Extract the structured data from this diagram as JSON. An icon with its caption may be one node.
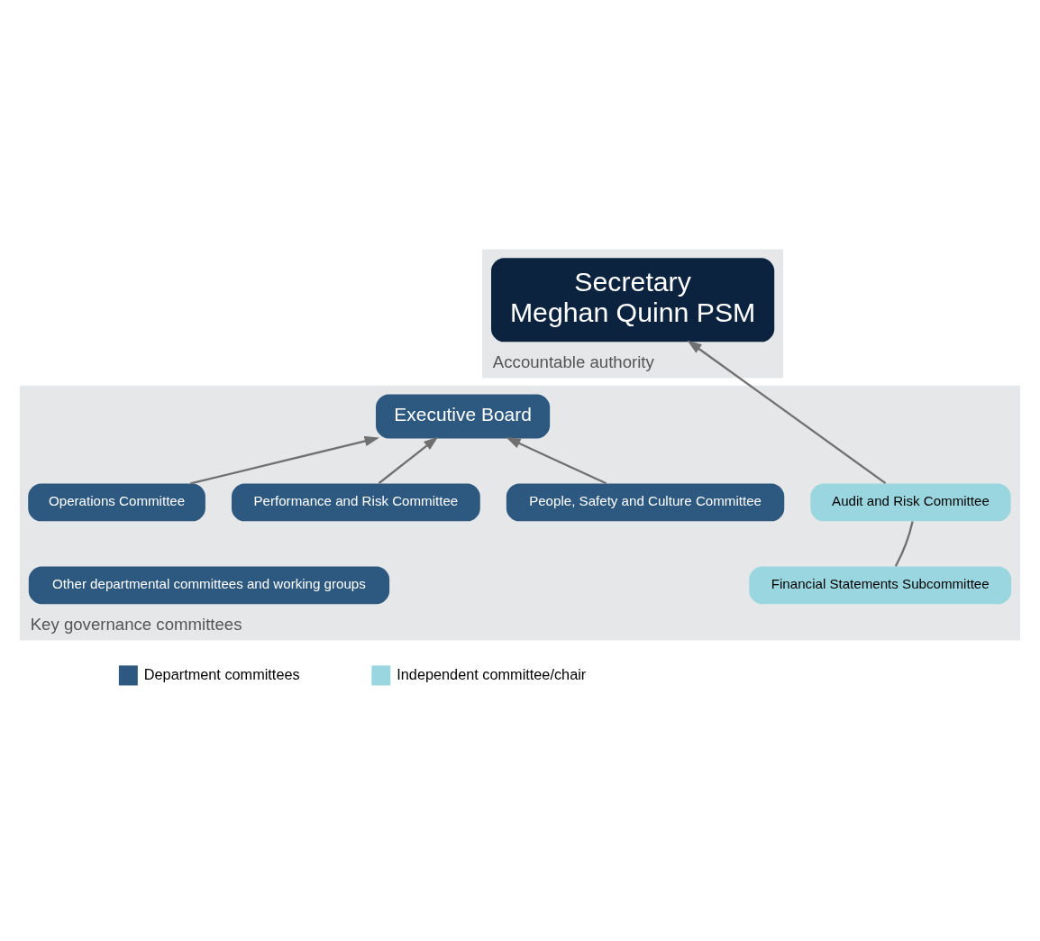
{
  "diagram": {
    "nodes": [
      {
        "text": [
          "Accountable authority"
        ]
      },
      {
        "text": [
          "Secretary",
          "Meghan Quinn PSM"
        ],
        "in": 0
      },
      {
        "text": [
          "Key governance committees"
        ]
      },
      {
        "text": [
          "Executive Board"
        ],
        "in": 2
      },
      {
        "text": [
          "People, Safety and Culture Committee"
        ],
        "in": 2
      },
      {
        "text": [
          "Operations Committee"
        ],
        "in": 2
      },
      {
        "text": [
          "Performance and Risk Committee"
        ],
        "in": 2
      },
      {
        "text": [
          "Audit and Risk Committee"
        ],
        "in": 2
      },
      {
        "text": [
          "Other departmental committees and working groups"
        ],
        "in": 2
      },
      {
        "text": [
          "Financial Statements Subcommittee"
        ],
        "in": 2
      }
    ],
    "edges": [
      {
        "from": 4,
        "to": 3,
        "arrow": "to"
      },
      {
        "from": 5,
        "to": 3,
        "arrow": "to"
      },
      {
        "from": 6,
        "to": 3,
        "arrow": "to"
      },
      {
        "from": 7,
        "to": 1,
        "arrow": "to"
      },
      {
        "from": 7,
        "to": 9,
        "arrow": "none"
      }
    ],
    "legend": [
      {
        "text": "Department committees",
        "color": "#2d5880"
      },
      {
        "text": "Independent committee/chair",
        "color": "#9ad6df"
      }
    ]
  }
}
